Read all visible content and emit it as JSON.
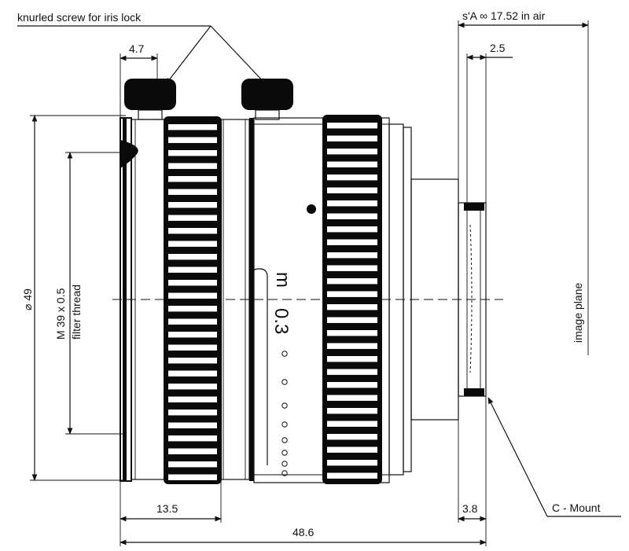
{
  "labels": {
    "iris_lock": "knurled screw for iris lock",
    "back_focus": "s'A ∞  17.52  in air",
    "dim_4_7": "4.7",
    "dim_2_5": "2.5",
    "dim_13_5": "13.5",
    "dim_3_8": "3.8",
    "dim_48_6": "48.6",
    "diameter": "⌀ 49",
    "filter_thread_1": "M 39  x 0.5",
    "filter_thread_2": "filter thread",
    "image_plane": "image plane",
    "c_mount": "C - Mount",
    "focus_unit": "m",
    "focus_value": "0.3"
  }
}
